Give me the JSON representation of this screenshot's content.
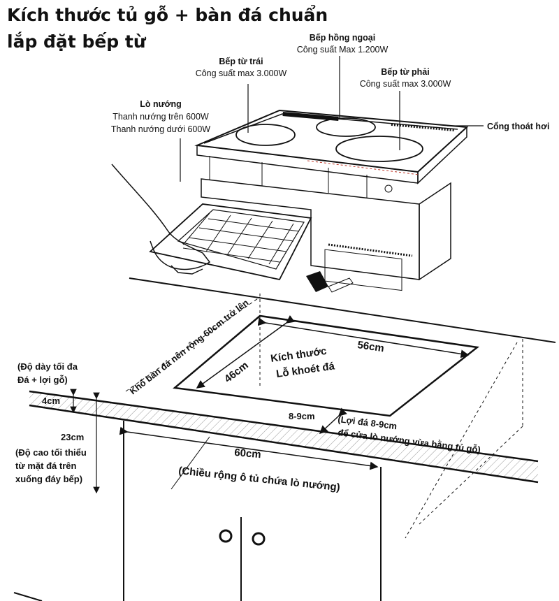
{
  "title": {
    "line1": "Kích thước tủ gỗ + bàn đá chuẩn",
    "line2": "lắp đặt bếp từ"
  },
  "labels": {
    "hong_ngoai": {
      "name": "Bếp hồng ngoại",
      "power": "Công suất Max 1.200W"
    },
    "tu_trai": {
      "name": "Bếp từ trái",
      "power": "Công suất max 3.000W"
    },
    "tu_phai": {
      "name": "Bếp từ phải",
      "power": "Công suất max 3.000W"
    },
    "lo_nuong": {
      "name": "Lò nướng",
      "line1": "Thanh nướng trên 600W",
      "line2": "Thanh nướng dưới 600W"
    },
    "cong_thoat_hoi": "Cổng thoát hơi"
  },
  "dimensions": {
    "counter_width_note": "Khổ bàn đá nên rộng 60cm trở lên",
    "cutout_width": "56cm",
    "cutout_depth": "46cm",
    "cutout_label1": "Kích thước",
    "cutout_label2": "Lỗ khoét đá",
    "thickness_note1": "(Độ dày tối đa",
    "thickness_note2": "Đá + lợi gỗ)",
    "thickness": "4cm",
    "height": "23cm",
    "height_note1": "(Độ cao tối thiểu",
    "height_note2": "từ mặt đá trên",
    "height_note3": "xuống đáy bếp)",
    "margin": "8-9cm",
    "margin_note1": "(Lợi đá 8-9cm",
    "margin_note2": "để cửa lò nướng vừa bằng tủ gỗ)",
    "cabinet_width": "60cm",
    "cabinet_note": "(Chiều rộng ô tủ chứa lò nướng)"
  },
  "colors": {
    "line": "#111111",
    "accent": "#c0392b"
  }
}
